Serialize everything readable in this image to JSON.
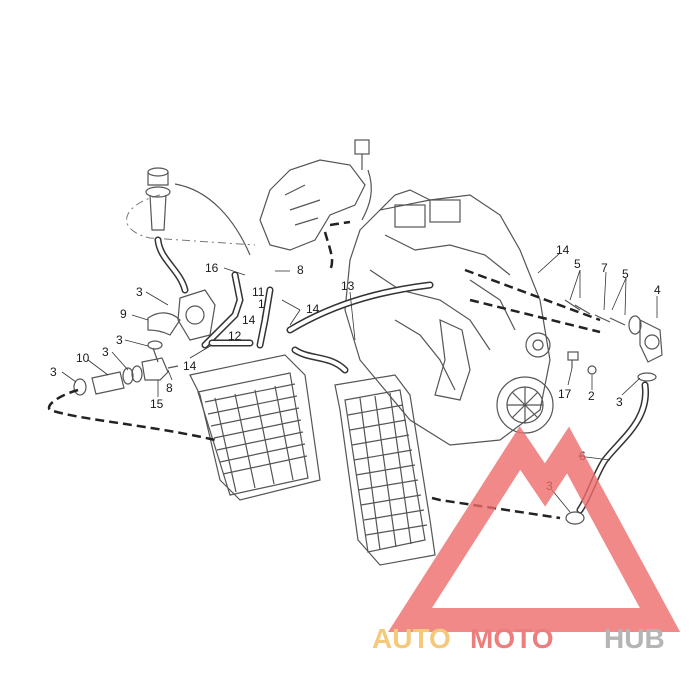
{
  "callouts": [
    {
      "label": "14"
    },
    {
      "label": "5"
    },
    {
      "label": "7"
    },
    {
      "label": "5"
    },
    {
      "label": "4"
    },
    {
      "label": "16"
    },
    {
      "label": "8"
    },
    {
      "label": "3"
    },
    {
      "label": "11"
    },
    {
      "label": "1"
    },
    {
      "label": "14"
    },
    {
      "label": "13"
    },
    {
      "label": "9"
    },
    {
      "label": "14"
    },
    {
      "label": "3"
    },
    {
      "label": "12"
    },
    {
      "label": "10"
    },
    {
      "label": "3"
    },
    {
      "label": "14"
    },
    {
      "label": "3"
    },
    {
      "label": "8"
    },
    {
      "label": "15"
    },
    {
      "label": "17"
    },
    {
      "label": "2"
    },
    {
      "label": "3"
    },
    {
      "label": "6"
    },
    {
      "label": "3"
    }
  ],
  "watermark": {
    "part1": "AUTO",
    "part2": "MOTO",
    "part3": "HUB",
    "colors": {
      "auto": "#f5c97a",
      "moto": "#ee7d7d",
      "hub": "#b5b5b5",
      "logo": "#ee6b6b"
    }
  }
}
